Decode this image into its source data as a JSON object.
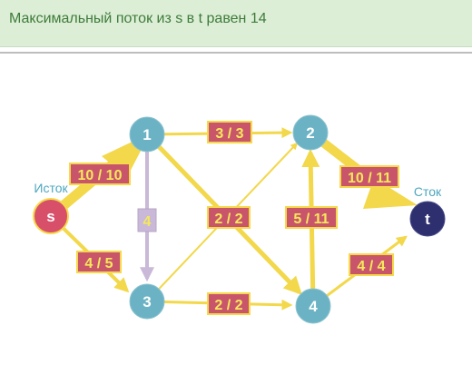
{
  "banner": {
    "title": "Максимальный поток из s в t равен 14"
  },
  "colors": {
    "flow_edge": "#f2d84a",
    "zero_edge": "#c9b8d8",
    "node_inner": "#6bb3c4",
    "node_source": "#d84f6a",
    "node_sink": "#2e2f6e",
    "label_bg": "#c9556b",
    "label_border": "#f5d94a",
    "label_text": "#f4e95a"
  },
  "graph": {
    "tags": {
      "source": "Исток",
      "sink": "Сток"
    },
    "nodes": [
      {
        "id": "s",
        "label": "s"
      },
      {
        "id": "1",
        "label": "1"
      },
      {
        "id": "2",
        "label": "2"
      },
      {
        "id": "3",
        "label": "3"
      },
      {
        "id": "4",
        "label": "4"
      },
      {
        "id": "t",
        "label": "t"
      }
    ],
    "edges": [
      {
        "from": "s",
        "to": "1",
        "label": "10 / 10"
      },
      {
        "from": "s",
        "to": "3",
        "label": "4 / 5"
      },
      {
        "from": "1",
        "to": "2",
        "label": "3 / 3"
      },
      {
        "from": "1",
        "to": "3",
        "label": "4"
      },
      {
        "from": "1",
        "to": "4",
        "label": "2 / 2"
      },
      {
        "from": "3",
        "to": "2",
        "label": ""
      },
      {
        "from": "3",
        "to": "4",
        "label": "2 / 2"
      },
      {
        "from": "4",
        "to": "2",
        "label": "5 / 11"
      },
      {
        "from": "2",
        "to": "t",
        "label": "10 / 11"
      },
      {
        "from": "4",
        "to": "t",
        "label": "4 / 4"
      }
    ]
  }
}
